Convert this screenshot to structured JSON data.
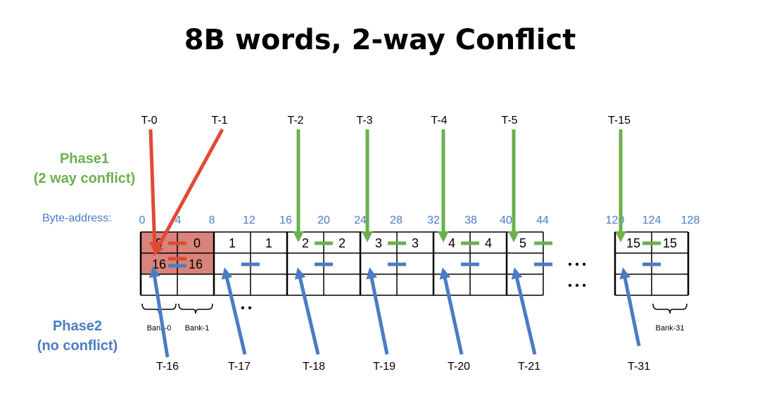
{
  "title": "8B words, 2-way Conflict",
  "phase1": {
    "line1": "Phase1",
    "line2": "(2 way conflict)"
  },
  "phase2": {
    "line1": "Phase2",
    "line2": "(no conflict)"
  },
  "byte_address_label": "Byte-address:",
  "byte_addresses": [
    "0",
    "4",
    "8",
    "12",
    "16",
    "20",
    "24",
    "28",
    "32",
    "38",
    "40",
    "44",
    "120",
    "124",
    "128"
  ],
  "cells_row1": [
    "0",
    "0",
    "1",
    "1",
    "2",
    "2",
    "3",
    "3",
    "4",
    "4",
    "5",
    "15",
    "15"
  ],
  "cells_row2": [
    "16",
    "16"
  ],
  "ellipsis": "• • •",
  "ellipsis_short": "• •",
  "bank_labels": [
    "Bank-0",
    "Bank-1",
    "Bank-31"
  ],
  "threads_top": [
    "T-0",
    "T-1",
    "T-2",
    "T-3",
    "T-4",
    "T-5",
    "T-15"
  ],
  "threads_bottom": [
    "T-16",
    "T-17",
    "T-18",
    "T-19",
    "T-20",
    "T-21",
    "T-31"
  ],
  "colors": {
    "red": "#e04a33",
    "green": "#6ab04c",
    "blue": "#4a7cc4",
    "highlight": "#d9847a"
  }
}
